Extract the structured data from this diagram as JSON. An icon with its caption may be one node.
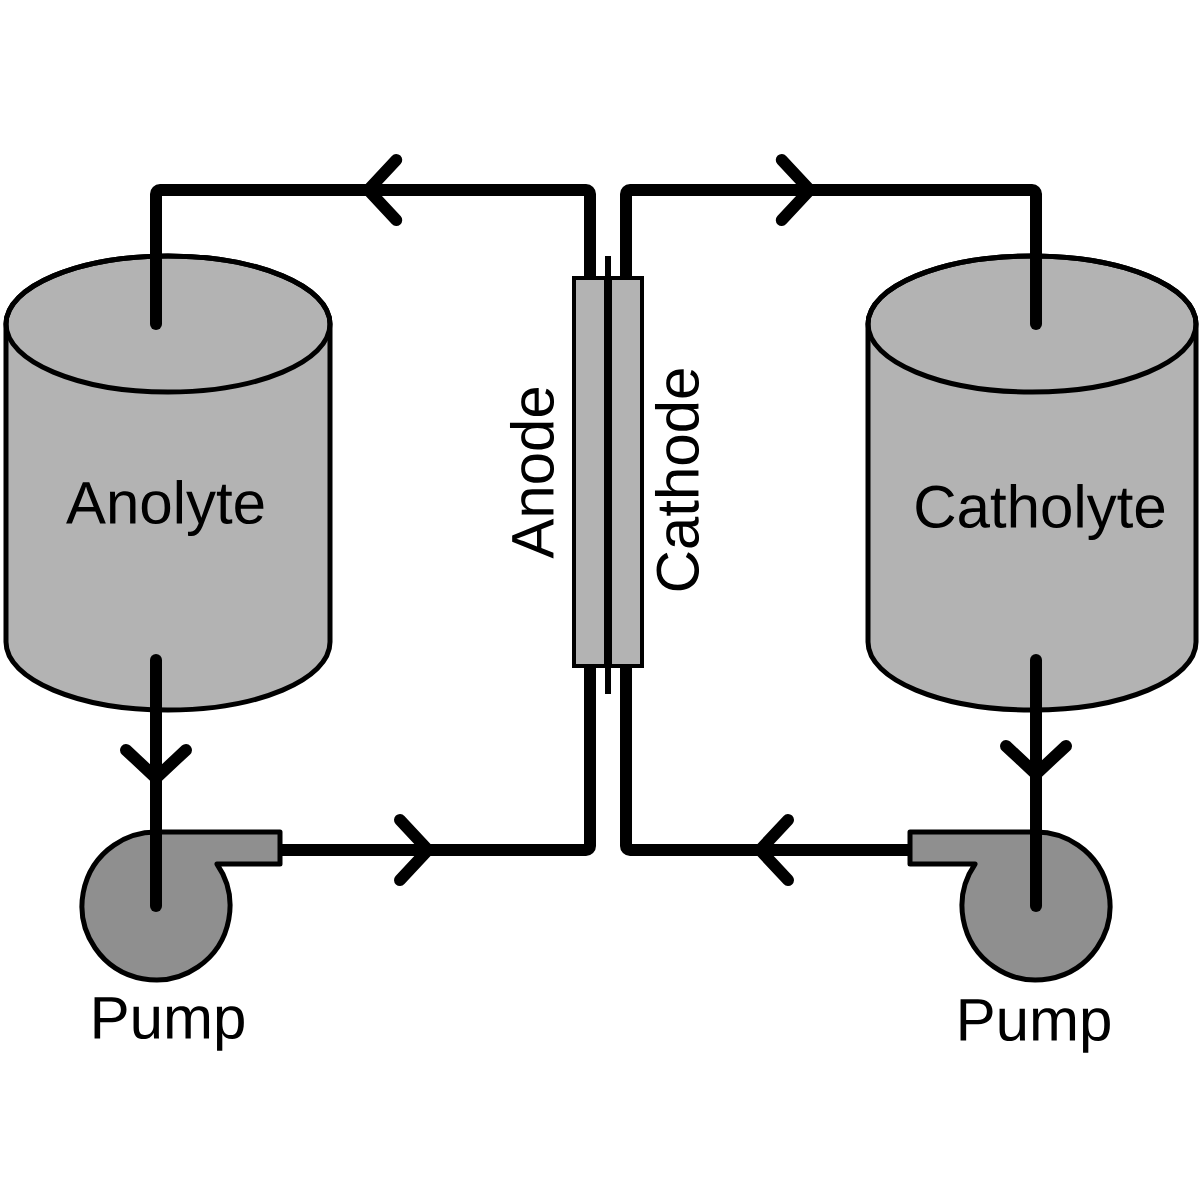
{
  "diagram": {
    "nodes": [
      {
        "text": [
          "Anolyte"
        ]
      },
      {
        "text": [
          "Anode"
        ]
      },
      {
        "text": [
          "Cathode"
        ]
      },
      {
        "text": [
          "Catholyte"
        ]
      },
      {
        "text": [
          "Pump"
        ]
      },
      {
        "text": [
          "Pump"
        ]
      }
    ],
    "edges": [
      {
        "from": 0,
        "to": 4,
        "arrow": "to"
      },
      {
        "from": 4,
        "to": 1,
        "arrow": "to"
      },
      {
        "from": 1,
        "to": 0,
        "arrow": "to"
      },
      {
        "from": 2,
        "to": 3,
        "arrow": "to"
      },
      {
        "from": 3,
        "to": 5,
        "arrow": "to"
      },
      {
        "from": 5,
        "to": 2,
        "arrow": "to"
      }
    ]
  }
}
